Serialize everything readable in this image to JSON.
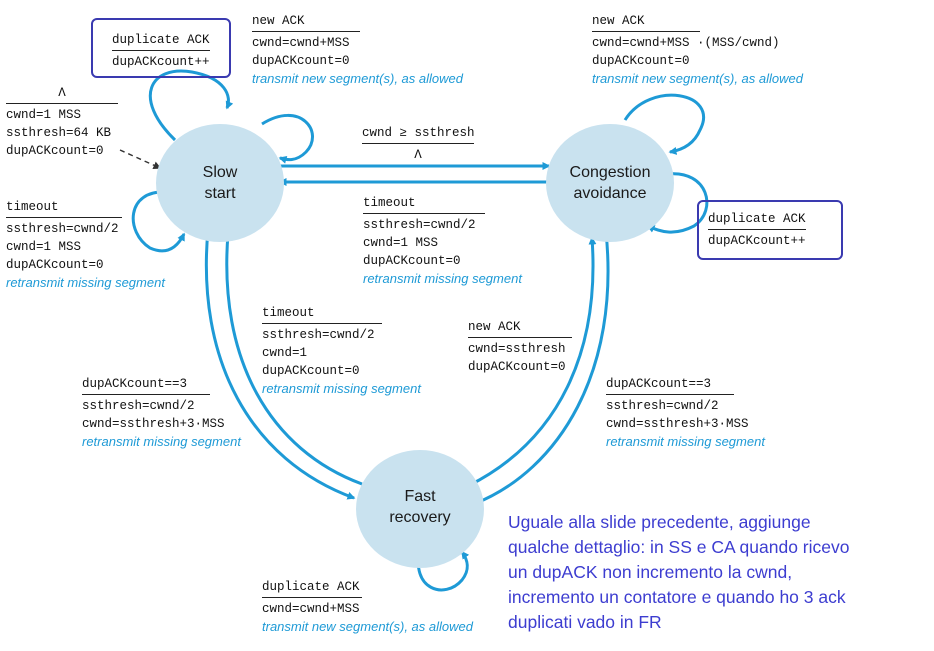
{
  "nodes": {
    "slow_start": [
      "Slow",
      "start"
    ],
    "congestion_avoidance": [
      "Congestion",
      "avoidance"
    ],
    "fast_recovery": [
      "Fast",
      "recovery"
    ]
  },
  "labels": {
    "init": {
      "event": "Λ",
      "actions": [
        "cwnd=1 MSS",
        "ssthresh=64 KB",
        "dupACKcount=0"
      ]
    },
    "ss_dupack": {
      "event": "duplicate ACK",
      "actions": [
        "dupACKcount++"
      ]
    },
    "ss_newack": {
      "event": "new ACK",
      "actions": [
        "cwnd=cwnd+MSS",
        "dupACKcount=0"
      ],
      "note": "transmit new segment(s), as allowed"
    },
    "ss_timeout": {
      "event": "timeout",
      "actions": [
        "ssthresh=cwnd/2",
        "cwnd=1 MSS",
        "dupACKcount=0"
      ],
      "note": "retransmit missing segment"
    },
    "ss_to_ca": {
      "event": "cwnd ≥ ssthresh",
      "actions": [
        "Λ"
      ]
    },
    "ca_timeout": {
      "event": "timeout",
      "actions": [
        "ssthresh=cwnd/2",
        "cwnd=1 MSS",
        "dupACKcount=0"
      ],
      "note": "retransmit missing segment"
    },
    "ca_newack": {
      "event": "new ACK",
      "actions": [
        "cwnd=cwnd+MSS ·(MSS/cwnd)",
        "dupACKcount=0"
      ],
      "note": "transmit new segment(s), as allowed"
    },
    "ca_dupack": {
      "event": "duplicate ACK",
      "actions": [
        "dupACKcount++"
      ]
    },
    "fr_timeout": {
      "event": "timeout",
      "actions": [
        "ssthresh=cwnd/2",
        "cwnd=1",
        "dupACKcount=0"
      ],
      "note": "retransmit missing segment"
    },
    "fr_newack": {
      "event": "new ACK",
      "actions": [
        "cwnd=ssthresh",
        "dupACKcount=0"
      ]
    },
    "ss_to_fr": {
      "event": "dupACKcount==3",
      "actions": [
        "ssthresh=cwnd/2",
        "cwnd=ssthresh+3·MSS"
      ],
      "note": "retransmit missing segment"
    },
    "ca_to_fr": {
      "event": "dupACKcount==3",
      "actions": [
        "ssthresh=cwnd/2",
        "cwnd=ssthresh+3·MSS"
      ],
      "note": "retransmit missing segment"
    },
    "fr_dupack": {
      "event": "duplicate ACK",
      "actions": [
        "cwnd=cwnd+MSS"
      ],
      "note": "transmit new segment(s), as allowed"
    }
  },
  "annotation": [
    "Uguale alla slide precedente, aggiunge",
    "qualche dettaglio: in SS e CA quando ricevo",
    "un dupACK non incremento la cwnd,",
    "incremento un contatore e quando ho 3 ack",
    "duplicati vado in FR"
  ],
  "colors": {
    "arrow": "#1e9ad6",
    "node": "#c9e2ef",
    "highlight": "#3a3ab0",
    "annotation": "#3d3dd0"
  }
}
